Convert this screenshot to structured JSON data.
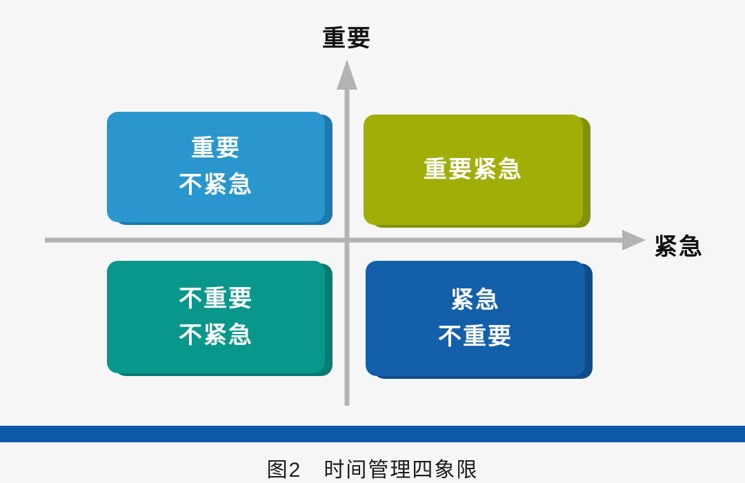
{
  "figure": {
    "caption": "图2　时间管理四象限"
  },
  "axes": {
    "y_label": "重要",
    "x_label": "紧急",
    "color": "#b3b3b3"
  },
  "quadrants": [
    {
      "id": "important-not-urgent",
      "lines": [
        "重要",
        "不紧急"
      ],
      "color": "#2997cd",
      "edge": "#1d7ab0"
    },
    {
      "id": "important-urgent",
      "lines": [
        "重要紧急"
      ],
      "color": "#a0ae07",
      "edge": "#83900a"
    },
    {
      "id": "not-important-not-urgent",
      "lines": [
        "不重要",
        "不紧急"
      ],
      "color": "#0a978b",
      "edge": "#077c72"
    },
    {
      "id": "urgent-not-important",
      "lines": [
        "紧急",
        "不重要"
      ],
      "color": "#145fa9",
      "edge": "#0e4c8c"
    }
  ],
  "divider": {
    "color": "#0d5ba7"
  }
}
